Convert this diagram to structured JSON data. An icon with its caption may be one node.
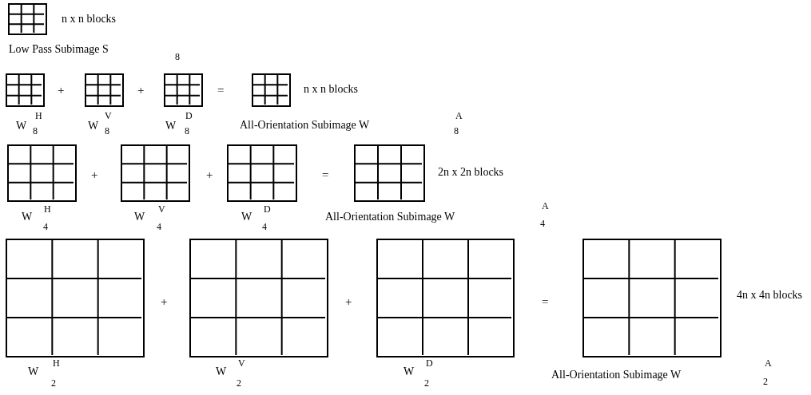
{
  "diagram": {
    "labels": [
      "n x n blocks",
      "Low Pass Subimage S",
      "8",
      "+",
      "+",
      "=",
      "n x n blocks",
      "W",
      "H",
      "8",
      "W",
      "V",
      "8",
      "W",
      "D",
      "8",
      "All-Orientation Subimage W",
      "A",
      "8",
      "+",
      "+",
      "=",
      "2n x 2n blocks",
      "W",
      "H",
      "4",
      "W",
      "V",
      "4",
      "W",
      "D",
      "4",
      "All-Orientation Subimage W",
      "A",
      "4",
      "+",
      "+",
      "=",
      "4n x 4n blocks",
      "W",
      "H",
      "2",
      "W",
      "V",
      "2",
      "W",
      "D",
      "2",
      "All-Orientation Subimage W",
      "A",
      "2"
    ]
  }
}
